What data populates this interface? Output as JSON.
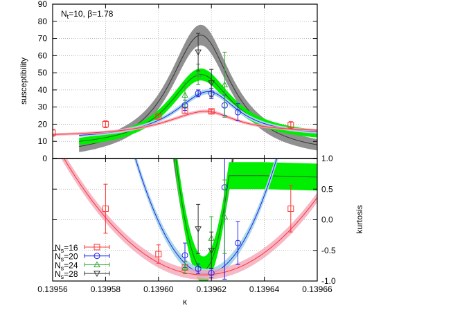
{
  "chart_data": {
    "type": "scatter",
    "title": "N_t=10, β=1.78",
    "annotation": {
      "text_main": "N",
      "text_sub": "t",
      "text_rest": "=10, β=1.78"
    },
    "xlabel": "κ",
    "xlim": [
      0.13956,
      0.13966
    ],
    "x_ticks": [
      "0.13956",
      "0.13958",
      "0.13960",
      "0.13962",
      "0.13964",
      "0.13966"
    ],
    "x_tick_values": [
      0.13956,
      0.13958,
      0.1396,
      0.13962,
      0.13964,
      0.13966
    ],
    "grid": true,
    "legend_position": "lower-left of bottom panel",
    "legend": [
      {
        "label_main": "N",
        "label_sub": "s",
        "label_rest": "=16",
        "color": "#ff3333",
        "band": "#f4a6b8",
        "marker": "square"
      },
      {
        "label_main": "N",
        "label_sub": "s",
        "label_rest": "=20",
        "color": "#2222ee",
        "band": "#a8d8e8",
        "marker": "circle"
      },
      {
        "label_main": "N",
        "label_sub": "s",
        "label_rest": "=24",
        "color": "#33aa33",
        "band": "#00ee00",
        "marker": "triangle-up"
      },
      {
        "label_main": "N",
        "label_sub": "s",
        "label_rest": "=28",
        "color": "#333333",
        "band": "#909090",
        "marker": "triangle-down"
      }
    ],
    "panels": [
      {
        "name": "susceptibility",
        "ylabel": "susceptibility",
        "ylim": [
          0,
          90
        ],
        "y_ticks": [
          "0",
          "10",
          "20",
          "30",
          "40",
          "50",
          "60",
          "70",
          "80",
          "90"
        ],
        "y_tick_values": [
          0,
          10,
          20,
          30,
          40,
          50,
          60,
          70,
          80,
          90
        ],
        "y_axis_side": "left",
        "series": [
          {
            "name": "Ns=16",
            "points": [
              {
                "x": 0.13956,
                "y": 15.0,
                "err": 2.0
              },
              {
                "x": 0.13958,
                "y": 20.0,
                "err": 2.0
              },
              {
                "x": 0.1396,
                "y": 24.5,
                "err": 1.0
              },
              {
                "x": 0.13961,
                "y": 28.0,
                "err": 1.5
              },
              {
                "x": 0.13962,
                "y": 27.5,
                "err": 1.0
              },
              {
                "x": 0.13965,
                "y": 19.5,
                "err": 2.0
              }
            ],
            "curve": {
              "x0": 0.13956,
              "x1": 0.13966,
              "peak_x": 0.139618,
              "peak_y": 27.5,
              "band": 1.0,
              "left_y": 14.0,
              "right_y": 16.5
            }
          },
          {
            "name": "Ns=20",
            "points": [
              {
                "x": 0.13961,
                "y": 31.0,
                "err": 3.0
              },
              {
                "x": 0.139615,
                "y": 38.0,
                "err": 2.0
              },
              {
                "x": 0.13962,
                "y": 38.0,
                "err": 3.0
              },
              {
                "x": 0.139625,
                "y": 31.0,
                "err": 6.0
              },
              {
                "x": 0.13963,
                "y": 27.0,
                "err": 5.0
              }
            ],
            "curve": {
              "x0": 0.13957,
              "x1": 0.13966,
              "peak_x": 0.139619,
              "peak_y": 39.0,
              "band": 1.5,
              "left_y": 13.5,
              "right_y": 15.5
            }
          },
          {
            "name": "Ns=24",
            "points": [
              {
                "x": 0.13961,
                "y": 37.0,
                "err": 7.0
              },
              {
                "x": 0.139615,
                "y": 49.0,
                "err": 6.0
              },
              {
                "x": 0.139625,
                "y": 43.0,
                "err": 19.0
              }
            ],
            "curve": {
              "x0": 0.13957,
              "x1": 0.13966,
              "peak_x": 0.139616,
              "peak_y": 49.0,
              "band": 3.5,
              "left_y": 10.0,
              "right_y": 14.5
            }
          },
          {
            "name": "Ns=28",
            "points": [
              {
                "x": 0.139615,
                "y": 62.0,
                "err": 11.0
              },
              {
                "x": 0.13962,
                "y": 44.0,
                "err": 8.0
              }
            ],
            "curve": {
              "x0": 0.13957,
              "x1": 0.13966,
              "peak_x": 0.139616,
              "peak_y": 72.0,
              "band": 6.0,
              "left_y": 7.0,
              "right_y": 8.0
            }
          }
        ]
      },
      {
        "name": "kurtosis",
        "ylabel": "kurtosis",
        "ylim": [
          -1.0,
          1.0
        ],
        "y_ticks": [
          "-1.0",
          "-0.5",
          "0.0",
          "0.5",
          "1.0"
        ],
        "y_tick_values": [
          -1.0,
          -0.5,
          0.0,
          0.5,
          1.0
        ],
        "y_axis_side": "right",
        "series": [
          {
            "name": "Ns=16",
            "points": [
              {
                "x": 0.13958,
                "y": 0.18,
                "err": 0.4
              },
              {
                "x": 0.1396,
                "y": -0.56,
                "err": 0.15
              },
              {
                "x": 0.13961,
                "y": -0.78,
                "err": 0.1
              },
              {
                "x": 0.13965,
                "y": 0.18,
                "err": 0.38
              }
            ]
          },
          {
            "name": "Ns=20",
            "points": [
              {
                "x": 0.13961,
                "y": -0.58,
                "err": 0.2
              },
              {
                "x": 0.139615,
                "y": -0.8,
                "err": 0.08
              },
              {
                "x": 0.13962,
                "y": -0.87,
                "err": 0.08
              },
              {
                "x": 0.139625,
                "y": 0.53,
                "err": 1.5
              },
              {
                "x": 0.13963,
                "y": -0.38,
                "err": 0.35
              }
            ]
          },
          {
            "name": "Ns=24",
            "points": [
              {
                "x": 0.13961,
                "y": -0.78,
                "err": 0.1
              },
              {
                "x": 0.13962,
                "y": -0.3,
                "err": 0.35
              },
              {
                "x": 0.139625,
                "y": 0.05,
                "err": 0.6
              }
            ]
          },
          {
            "name": "Ns=28",
            "points": [
              {
                "x": 0.139615,
                "y": -0.15,
                "err": 0.4
              },
              {
                "x": 0.13962,
                "y": -0.5,
                "err": 0.3
              }
            ]
          }
        ]
      }
    ]
  }
}
